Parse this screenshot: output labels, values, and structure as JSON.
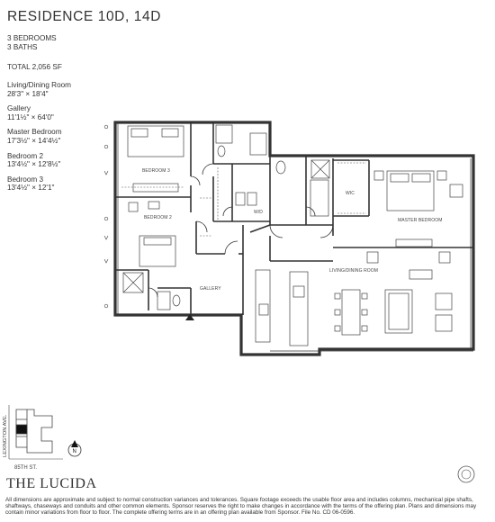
{
  "header": {
    "title": "RESIDENCE 10D, 14D"
  },
  "specs": {
    "bedrooms": "3 BEDROOMS",
    "baths": "3 BATHS",
    "total": "TOTAL 2,056 SF"
  },
  "rooms": [
    {
      "name": "Living/Dining Room",
      "dims": "28'3\" × 18'4\""
    },
    {
      "name": "Gallery",
      "dims": "11'1½\" × 64'0\""
    },
    {
      "name": "Master Bedroom",
      "dims": "17'3½\" × 14'4½\""
    },
    {
      "name": "Bedroom 2",
      "dims": "13'4½\" × 12'8½\""
    },
    {
      "name": "Bedroom 3",
      "dims": "13'4½\" × 12'1\""
    }
  ],
  "plan": {
    "labels": {
      "bedroom3": "BEDROOM 3",
      "bedroom2": "BEDROOM 2",
      "wic": "WIC",
      "wd": "W/D",
      "master": "MASTER BEDROOM",
      "living": "LIVING/DINING ROOM",
      "gallery": "GALLERY"
    }
  },
  "keyplan": {
    "avenue": "LEXINGTON AVE.",
    "street": "85TH ST.",
    "compass": "N"
  },
  "footer": {
    "brand": "THE LUCIDA",
    "disclaimer": "All dimensions are approximate and subject to normal construction variances and tolerances. Square footage exceeds the usable floor area and includes columns, mechanical pipe shafts, shaftways, chaseways and conduits and other common elements. Sponsor reserves the right to make changes in accordance with the terms of the offering plan. Plans and dimensions may contain minor variations from floor to floor. The complete offering terms are in an offering plan available from Sponsor. File No. CD 06-0596."
  },
  "colors": {
    "wall": "#333333",
    "text": "#333333"
  }
}
